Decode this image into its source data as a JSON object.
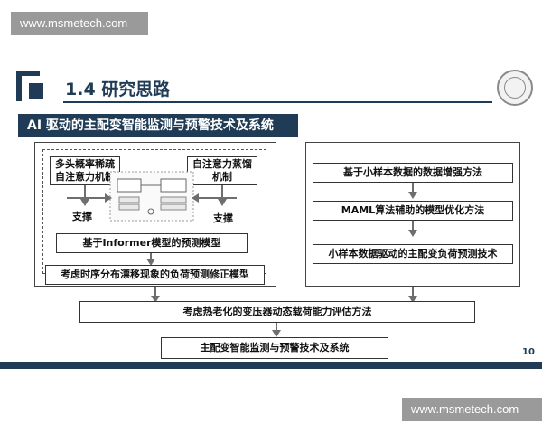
{
  "watermarks": {
    "top": "www.msmetech.com",
    "bottom": "www.msmetech.com"
  },
  "slide": {
    "section_title": "1.4 研究思路",
    "banner": "AI 驱动的主配变智能监测与预警技术及系统",
    "page_number": "10",
    "left_panel": {
      "box_left_lines": [
        "多头概率稀疏",
        "自注意力机制"
      ],
      "box_right_lines": [
        "自注意力蒸馏",
        "机制"
      ],
      "support_left": "支撑",
      "support_right": "支撑",
      "informer_box": "基于Informer模型的预测模型",
      "drift_box": "考虑时序分布漂移现象的负荷预测修正模型"
    },
    "right_panel": {
      "step1": "基于小样本数据的数据增强方法",
      "step2": "MAML算法辅助的模型优化方法",
      "step3": "小样本数据驱动的主配变负荷预测技术"
    },
    "thermal_box": "考虑热老化的变压器动态载荷能力评估方法",
    "final_box": "主配变智能监测与预警技术及系统"
  },
  "colors": {
    "brand": "#1f3b56",
    "watermark_bg": "#9a9a9a",
    "arrow": "#6e6e6e"
  }
}
